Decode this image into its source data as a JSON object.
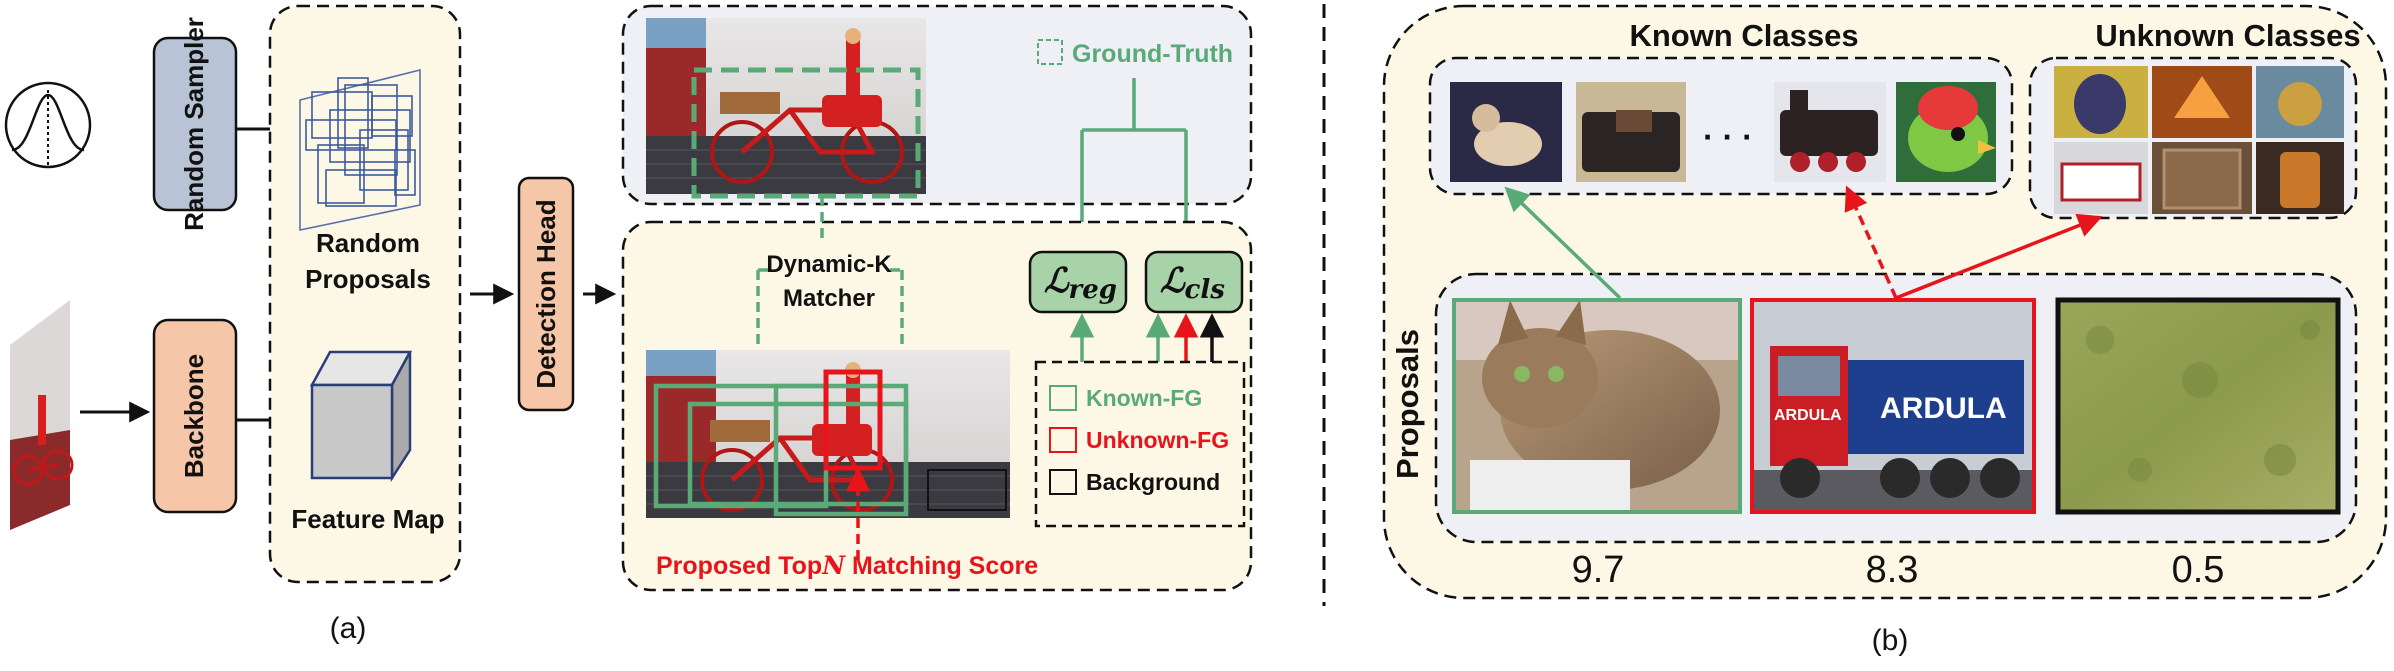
{
  "panel_a": {
    "random_sampler": "Random Sampler",
    "backbone": "Backbone",
    "random_proposals": [
      "Random",
      "Proposals"
    ],
    "feature_map": "Feature Map",
    "detection_head": "Detection Head",
    "ground_truth": "Ground-Truth",
    "dynamic_k": [
      "Dynamic-K",
      "Matcher"
    ],
    "loss_reg": "ℒ",
    "loss_reg_sub": "reg",
    "loss_cls": "ℒ",
    "loss_cls_sub": "cls",
    "legend": {
      "known": "Known-FG",
      "unknown": "Unknown-FG",
      "background": "Background"
    },
    "proposed_topn": "Proposed Top",
    "proposed_n": "N",
    "matching_score": " Matching Score",
    "caption": "(a)"
  },
  "panel_b": {
    "known_classes": "Known Classes",
    "unknown_classes": "Unknown Classes",
    "ellipsis": "· · ·",
    "proposals": "Proposals",
    "scores": [
      "9.7",
      "8.3",
      "0.5"
    ],
    "truck_text_1": "ARDULA",
    "truck_text_2": "ARDULA",
    "caption": "(b)"
  },
  "colors": {
    "green": "#5aaa78",
    "red": "#e8141b",
    "cream": "#fdf8e6",
    "lightgray": "#eef0f6",
    "sampler_fill": "#b8c4d6",
    "backbone_fill": "#f5c6a8"
  }
}
